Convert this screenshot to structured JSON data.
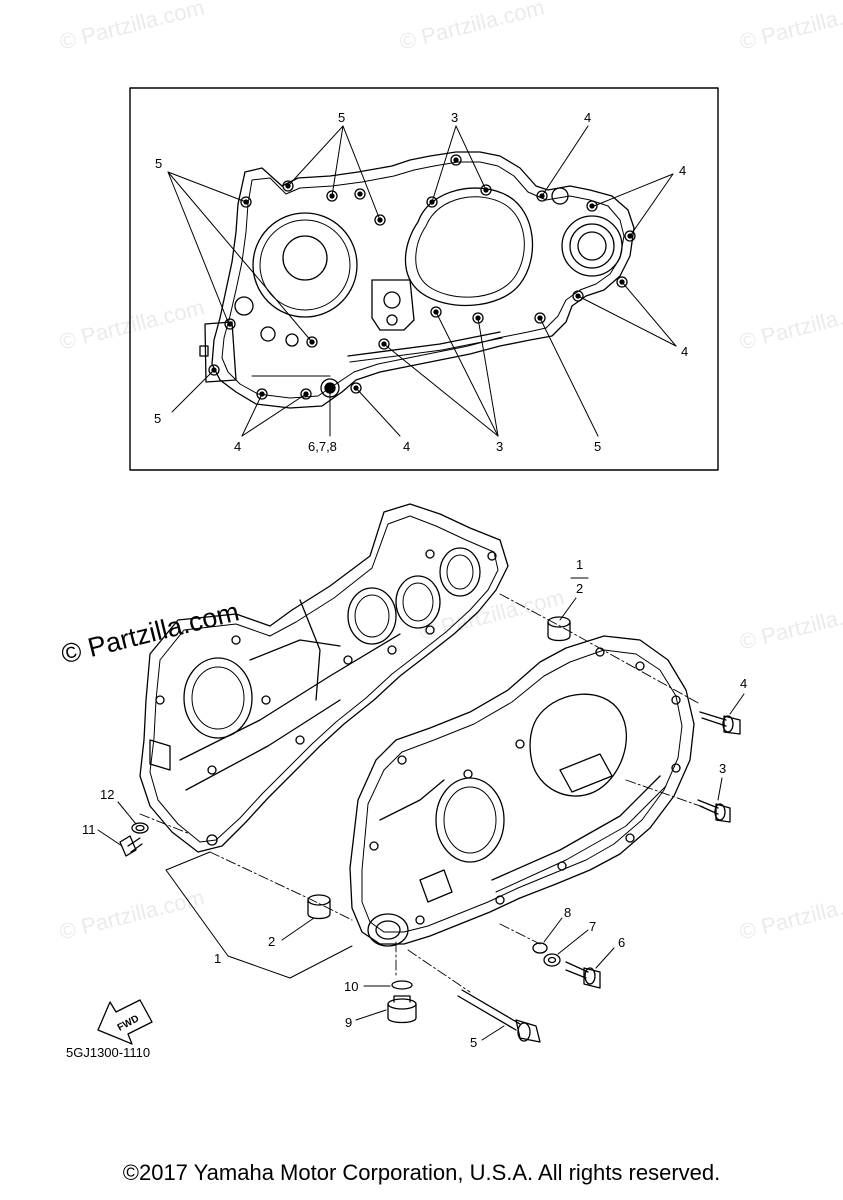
{
  "watermark": {
    "tiled_text": "© Partzilla.com",
    "prominent_text": "© Partzilla.com"
  },
  "top_view": {
    "callouts": {
      "c5_left": "5",
      "c5_top": "5",
      "c3_top": "3",
      "c4_top": "4",
      "c4_right": "4",
      "c4_right_low": "4",
      "c5_bottom_left": "5",
      "c4_bottom_left": "4",
      "c678": "6,7,8",
      "c4_bottom_mid": "4",
      "c3_bottom": "3",
      "c5_bottom_right": "5"
    }
  },
  "exploded_view": {
    "callouts": {
      "c1_top": "1",
      "c2_top": "2",
      "c4": "4",
      "c3": "3",
      "c12": "12",
      "c11": "11",
      "c2_lower": "2",
      "c1_lower": "1",
      "c8": "8",
      "c7": "7",
      "c6": "6",
      "c10": "10",
      "c9": "9",
      "c5": "5"
    },
    "fwd_label": "FWD"
  },
  "part_code": "5GJ1300-1110",
  "copyright": "©2017 Yamaha Motor Corporation, U.S.A. All rights reserved."
}
